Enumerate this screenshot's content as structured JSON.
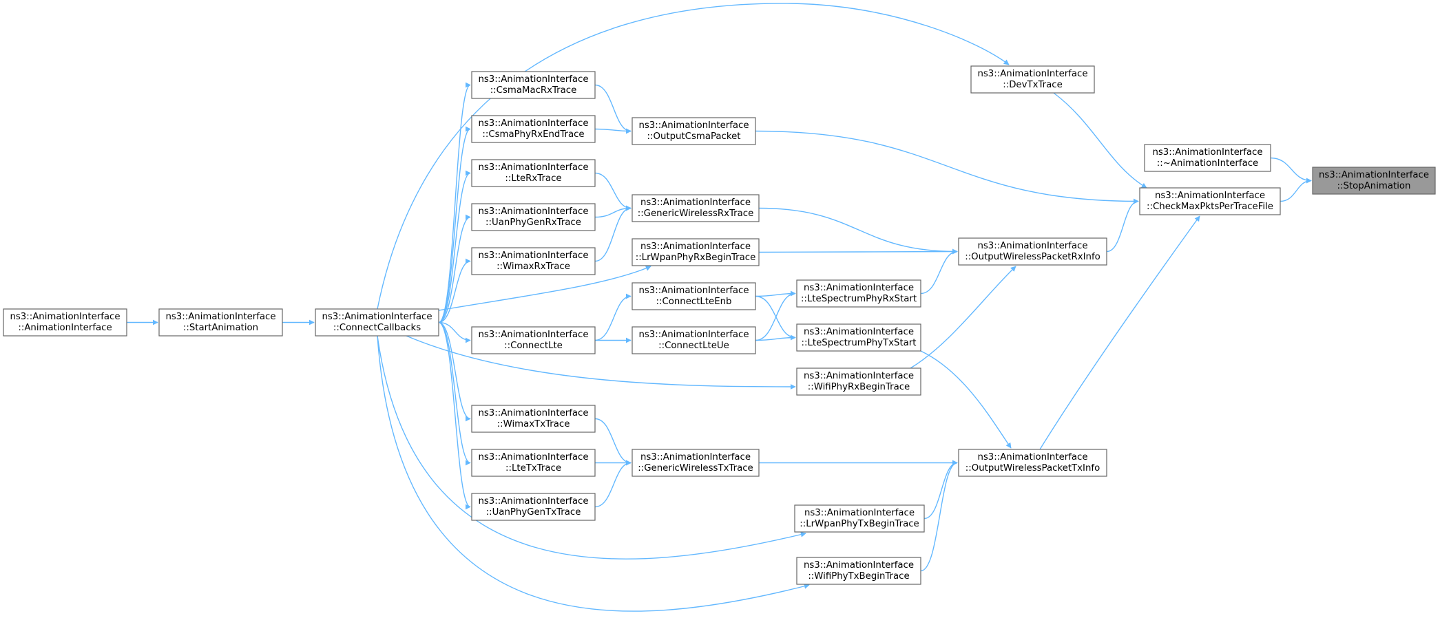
{
  "graph": {
    "nodes": [
      {
        "id": "StopAnimation",
        "line1": "ns3::AnimationInterface",
        "line2": "::StopAnimation",
        "highlight": true
      },
      {
        "id": "Destructor",
        "line1": "ns3::AnimationInterface",
        "line2": "::~AnimationInterface"
      },
      {
        "id": "CheckMaxPkts",
        "line1": "ns3::AnimationInterface",
        "line2": "::CheckMaxPktsPerTraceFile"
      },
      {
        "id": "DevTxTrace",
        "line1": "ns3::AnimationInterface",
        "line2": "::DevTxTrace"
      },
      {
        "id": "OutputWirelessRx",
        "line1": "ns3::AnimationInterface",
        "line2": "::OutputWirelessPacketRxInfo"
      },
      {
        "id": "OutputWirelessTx",
        "line1": "ns3::AnimationInterface",
        "line2": "::OutputWirelessPacketTxInfo"
      },
      {
        "id": "OutputCsma",
        "line1": "ns3::AnimationInterface",
        "line2": "::OutputCsmaPacket"
      },
      {
        "id": "CsmaMacRx",
        "line1": "ns3::AnimationInterface",
        "line2": "::CsmaMacRxTrace"
      },
      {
        "id": "CsmaPhyRxEnd",
        "line1": "ns3::AnimationInterface",
        "line2": "::CsmaPhyRxEndTrace"
      },
      {
        "id": "GenericRx",
        "line1": "ns3::AnimationInterface",
        "line2": "::GenericWirelessRxTrace"
      },
      {
        "id": "LteRx",
        "line1": "ns3::AnimationInterface",
        "line2": "::LteRxTrace"
      },
      {
        "id": "UanRx",
        "line1": "ns3::AnimationInterface",
        "line2": "::UanPhyGenRxTrace"
      },
      {
        "id": "WimaxRx",
        "line1": "ns3::AnimationInterface",
        "line2": "::WimaxRxTrace"
      },
      {
        "id": "LrWpanRx",
        "line1": "ns3::AnimationInterface",
        "line2": "::LrWpanPhyRxBeginTrace"
      },
      {
        "id": "LteSpecRx",
        "line1": "ns3::AnimationInterface",
        "line2": "::LteSpectrumPhyRxStart"
      },
      {
        "id": "LteSpecTx",
        "line1": "ns3::AnimationInterface",
        "line2": "::LteSpectrumPhyTxStart"
      },
      {
        "id": "ConnectLteEnb",
        "line1": "ns3::AnimationInterface",
        "line2": "::ConnectLteEnb"
      },
      {
        "id": "ConnectLteUe",
        "line1": "ns3::AnimationInterface",
        "line2": "::ConnectLteUe"
      },
      {
        "id": "ConnectLte",
        "line1": "ns3::AnimationInterface",
        "line2": "::ConnectLte"
      },
      {
        "id": "WifiRx",
        "line1": "ns3::AnimationInterface",
        "line2": "::WifiPhyRxBeginTrace"
      },
      {
        "id": "GenericTx",
        "line1": "ns3::AnimationInterface",
        "line2": "::GenericWirelessTxTrace"
      },
      {
        "id": "WimaxTx",
        "line1": "ns3::AnimationInterface",
        "line2": "::WimaxTxTrace"
      },
      {
        "id": "LteTx",
        "line1": "ns3::AnimationInterface",
        "line2": "::LteTxTrace"
      },
      {
        "id": "UanTx",
        "line1": "ns3::AnimationInterface",
        "line2": "::UanPhyGenTxTrace"
      },
      {
        "id": "LrWpanTx",
        "line1": "ns3::AnimationInterface",
        "line2": "::LrWpanPhyTxBeginTrace"
      },
      {
        "id": "WifiTx",
        "line1": "ns3::AnimationInterface",
        "line2": "::WifiPhyTxBeginTrace"
      },
      {
        "id": "ConnectCallbacks",
        "line1": "ns3::AnimationInterface",
        "line2": "::ConnectCallbacks"
      },
      {
        "id": "StartAnimation",
        "line1": "ns3::AnimationInterface",
        "line2": "::StartAnimation"
      },
      {
        "id": "Constructor",
        "line1": "ns3::AnimationInterface",
        "line2": "::AnimationInterface"
      }
    ],
    "edges": [
      [
        "Destructor",
        "StopAnimation"
      ],
      [
        "CheckMaxPkts",
        "StopAnimation"
      ],
      [
        "DevTxTrace",
        "CheckMaxPkts"
      ],
      [
        "OutputCsma",
        "CheckMaxPkts"
      ],
      [
        "OutputWirelessRx",
        "CheckMaxPkts"
      ],
      [
        "OutputWirelessTx",
        "CheckMaxPkts"
      ],
      [
        "CsmaMacRx",
        "OutputCsma"
      ],
      [
        "CsmaPhyRxEnd",
        "OutputCsma"
      ],
      [
        "GenericRx",
        "OutputWirelessRx"
      ],
      [
        "LrWpanRx",
        "OutputWirelessRx"
      ],
      [
        "LteSpecRx",
        "OutputWirelessRx"
      ],
      [
        "WifiRx",
        "OutputWirelessRx"
      ],
      [
        "GenericTx",
        "OutputWirelessTx"
      ],
      [
        "LteSpecTx",
        "OutputWirelessTx"
      ],
      [
        "LrWpanTx",
        "OutputWirelessTx"
      ],
      [
        "WifiTx",
        "OutputWirelessTx"
      ],
      [
        "LteRx",
        "GenericRx"
      ],
      [
        "UanRx",
        "GenericRx"
      ],
      [
        "WimaxRx",
        "GenericRx"
      ],
      [
        "WimaxTx",
        "GenericTx"
      ],
      [
        "LteTx",
        "GenericTx"
      ],
      [
        "UanTx",
        "GenericTx"
      ],
      [
        "ConnectLteEnb",
        "LteSpecRx"
      ],
      [
        "ConnectLteEnb",
        "LteSpecTx"
      ],
      [
        "ConnectLteUe",
        "LteSpecRx"
      ],
      [
        "ConnectLteUe",
        "LteSpecTx"
      ],
      [
        "ConnectLte",
        "ConnectLteEnb"
      ],
      [
        "ConnectLte",
        "ConnectLteUe"
      ],
      [
        "ConnectCallbacks",
        "DevTxTrace"
      ],
      [
        "ConnectCallbacks",
        "CsmaMacRx"
      ],
      [
        "ConnectCallbacks",
        "CsmaPhyRxEnd"
      ],
      [
        "ConnectCallbacks",
        "LteRx"
      ],
      [
        "ConnectCallbacks",
        "UanRx"
      ],
      [
        "ConnectCallbacks",
        "WimaxRx"
      ],
      [
        "ConnectCallbacks",
        "LrWpanRx"
      ],
      [
        "ConnectCallbacks",
        "ConnectLte"
      ],
      [
        "ConnectCallbacks",
        "WifiRx"
      ],
      [
        "ConnectCallbacks",
        "WimaxTx"
      ],
      [
        "ConnectCallbacks",
        "LteTx"
      ],
      [
        "ConnectCallbacks",
        "UanTx"
      ],
      [
        "ConnectCallbacks",
        "LrWpanTx"
      ],
      [
        "ConnectCallbacks",
        "WifiTx"
      ],
      [
        "StartAnimation",
        "ConnectCallbacks"
      ],
      [
        "Constructor",
        "StartAnimation"
      ]
    ]
  }
}
